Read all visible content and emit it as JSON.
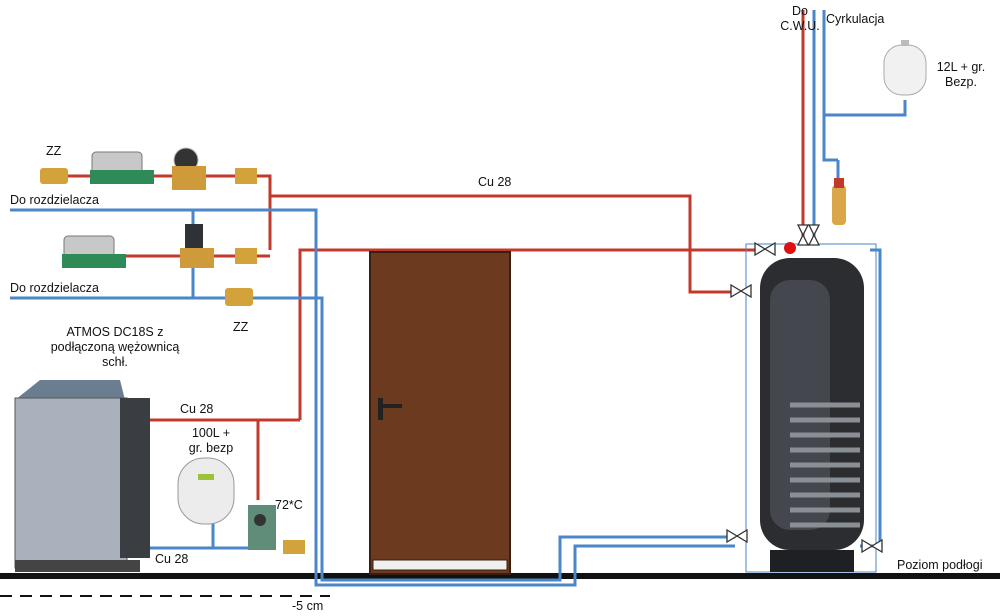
{
  "labels": {
    "do_cwu": "Do\nC.W.U.",
    "cyrkulacja": "Cyrkulacja",
    "exp_tank_top": "12L + gr.\nBezp.",
    "zz_top": "ZZ",
    "do_rozdzielacza_1": "Do rozdzielacza",
    "cu28_top": "Cu 28",
    "do_rozdzielacza_2": "Do rozdzielacza",
    "zz_mid": "ZZ",
    "boiler": "ATMOS DC18S z\npodłączoną wężownicą\nschł.",
    "cu28_mid": "Cu 28",
    "exp_tank_low": "100L +\ngr. bezp",
    "temp": "72*C",
    "cu28_low": "Cu 28",
    "poziom": "Poziom podłogi",
    "minus5": "-5 cm"
  },
  "colors": {
    "hot_pipe": "#c0392b",
    "cold_pipe": "#4a86c8",
    "floor": "#111111",
    "door": "#6b3a1f",
    "tank": "#2b2d31"
  }
}
